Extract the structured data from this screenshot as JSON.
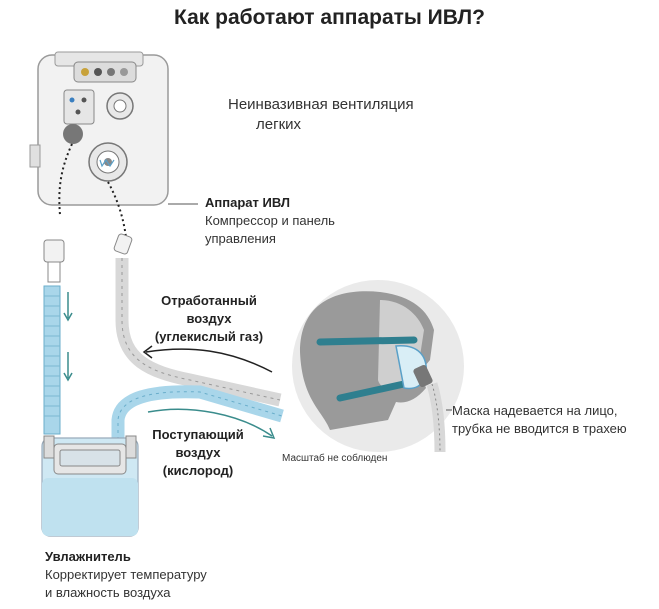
{
  "title": "Как работают аппараты ИВЛ?",
  "subtitle_line1": "Неинвазивная вентиляция",
  "subtitle_line2": "легких",
  "ventilator": {
    "name": "Аппарат ИВЛ",
    "desc_line1": "Компрессор и панель",
    "desc_line2": "управления"
  },
  "exhaled": {
    "line1": "Отработанный",
    "line2": "воздух",
    "line3": "(углекислый газ)"
  },
  "inhaled": {
    "line1": "Поступающий",
    "line2": "воздух",
    "line3": "(кислород)"
  },
  "scale_note": "Масштаб не соблюден",
  "mask": {
    "line1": "Маска надевается на лицо,",
    "line2": "трубка не вводится в трахею"
  },
  "humidifier": {
    "name": "Увлажнитель",
    "desc_line1": "Корректирует температуру",
    "desc_line2": "и влажность воздуха"
  },
  "colors": {
    "tube_blue": "#a9d6ea",
    "tube_gray": "#e8e8e8",
    "mask_strap": "#2f7f8f",
    "arrow_teal": "#3a8c8c"
  }
}
